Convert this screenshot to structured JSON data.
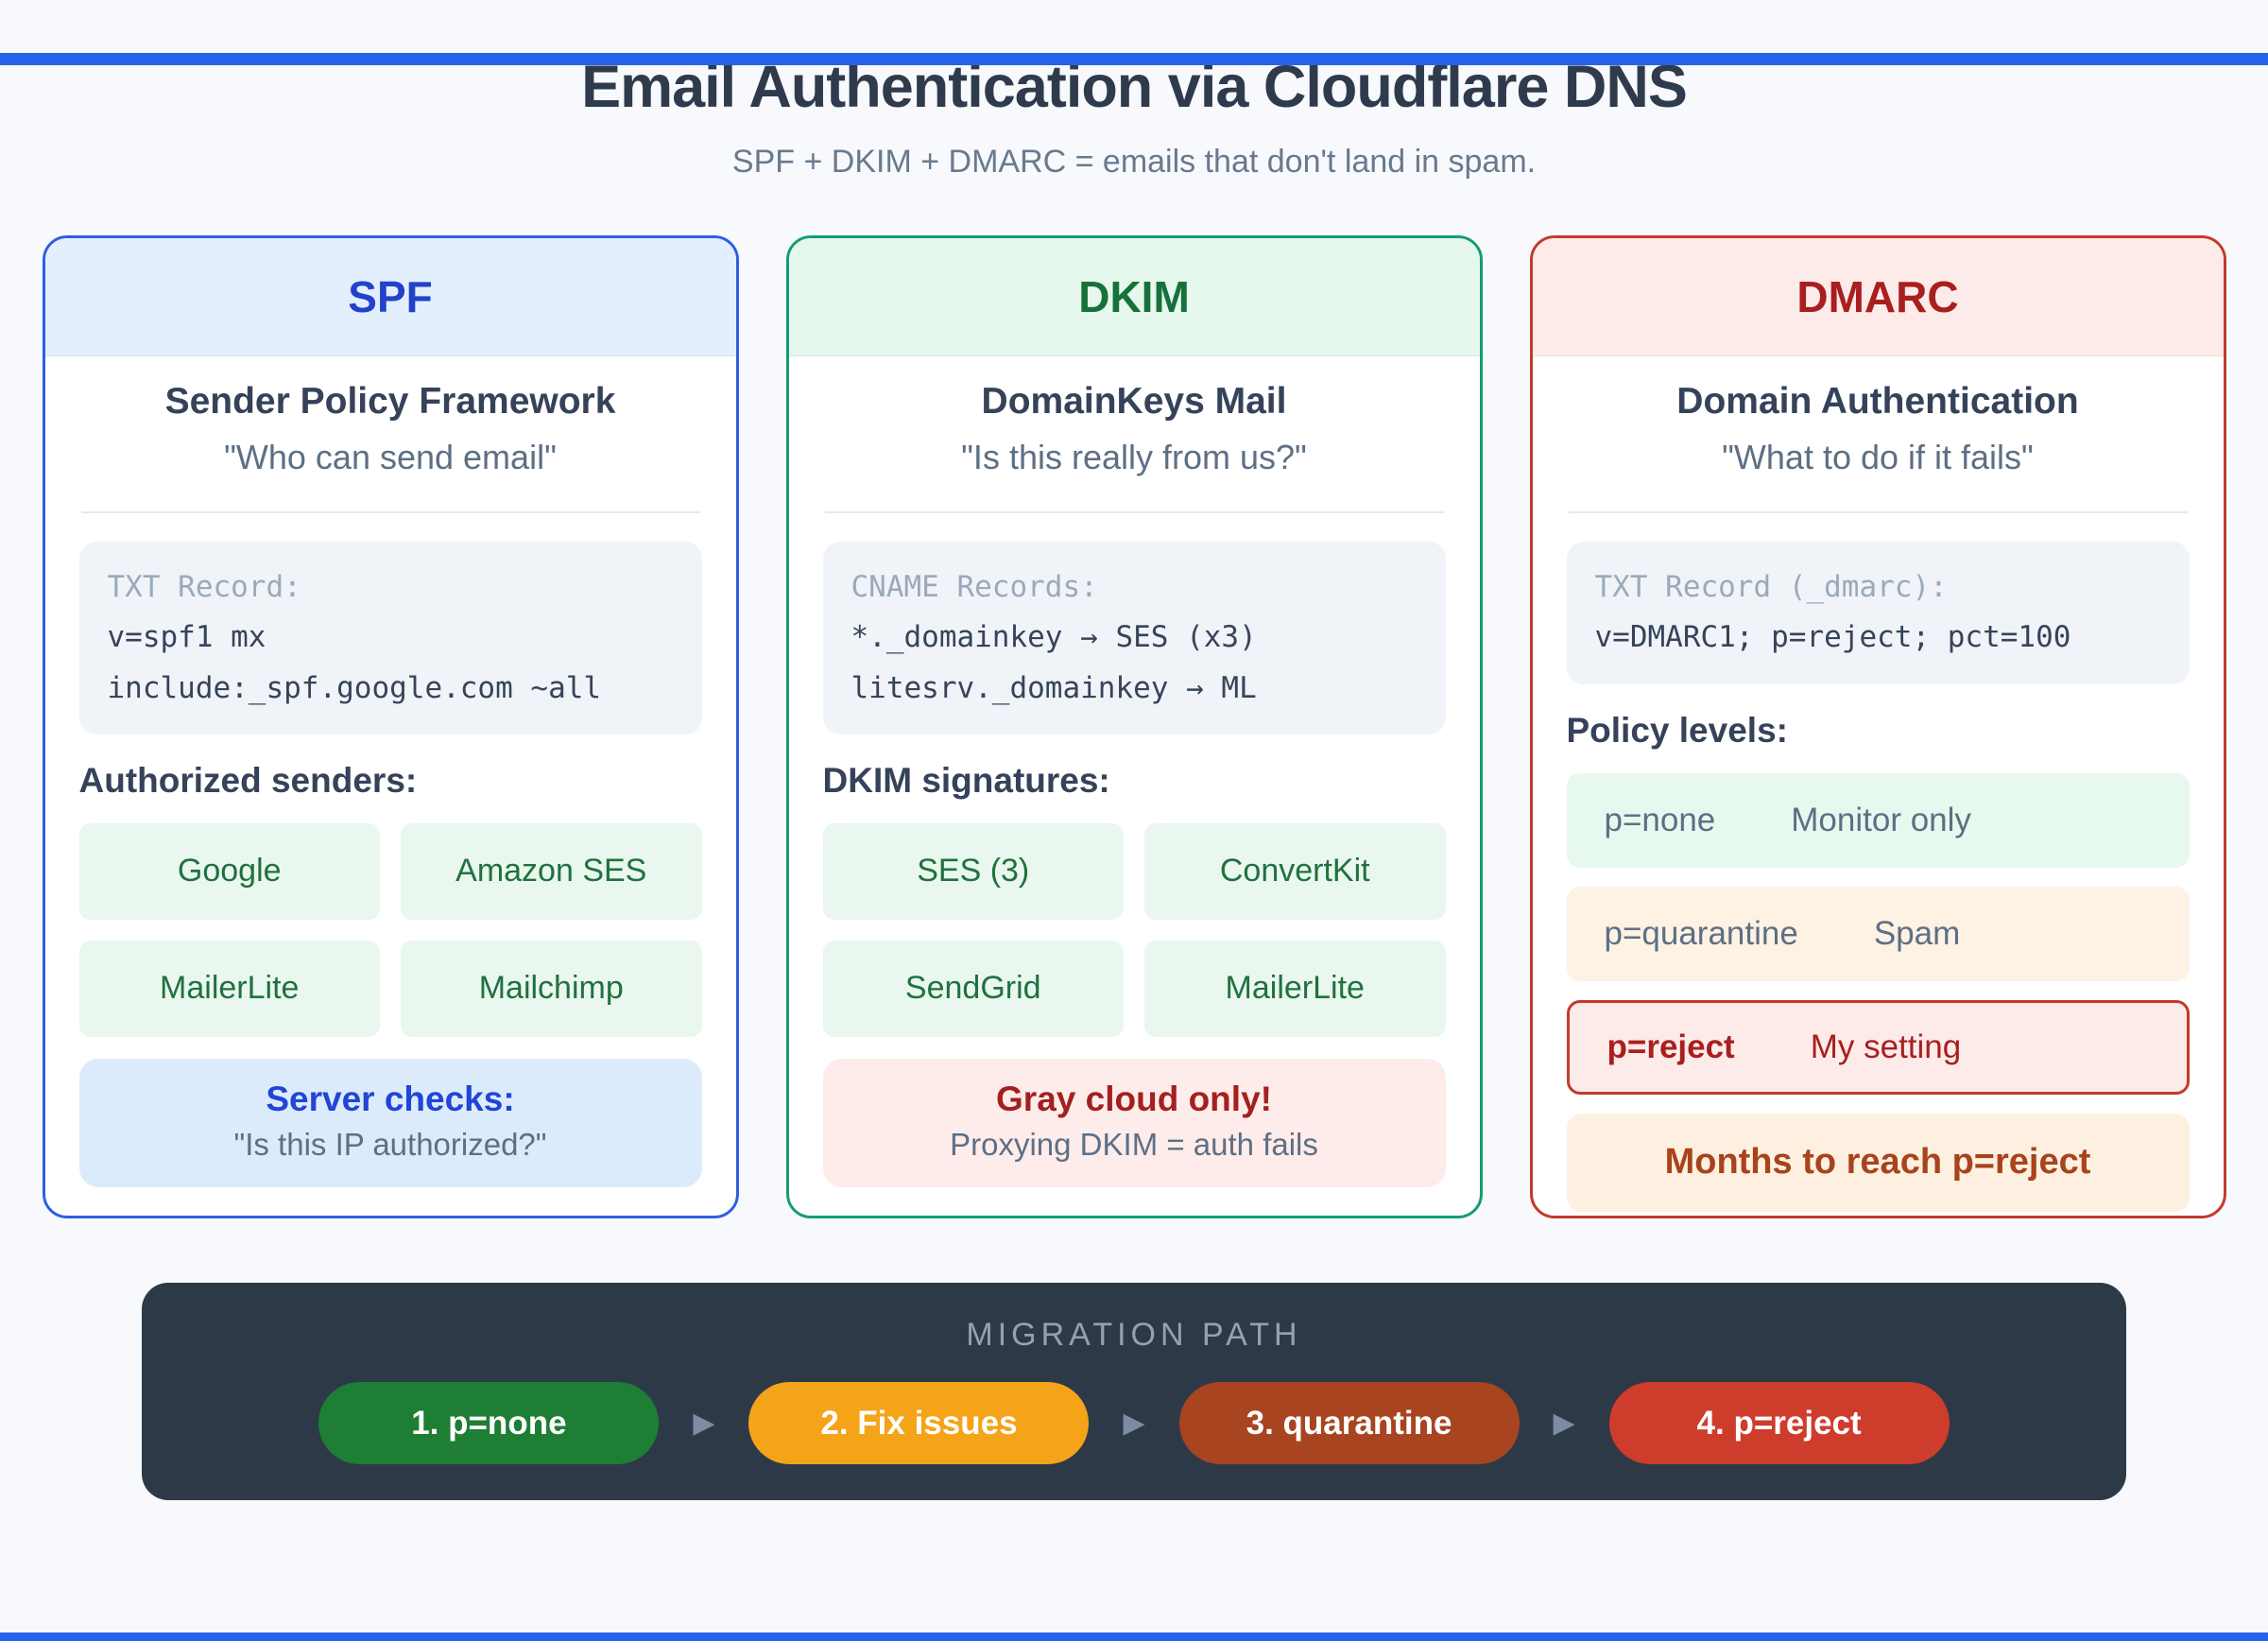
{
  "page": {
    "title": "Email Authentication via Cloudflare DNS",
    "subtitle": "SPF + DKIM + DMARC = emails that don't land in spam.",
    "accent_bar_color": "#2563eb",
    "background_color": "#f7f9fc"
  },
  "cards": [
    {
      "id": "spf",
      "title": "SPF",
      "full_name": "Sender Policy Framework",
      "tagline": "\"Who can send email\"",
      "record": {
        "label": "TXT Record:",
        "lines": [
          "v=spf1 mx",
          "include:_spf.google.com ~all"
        ]
      },
      "list_heading": "Authorized senders:",
      "chips": [
        "Google",
        "Amazon SES",
        "MailerLite",
        "Mailchimp"
      ],
      "note": {
        "title": "Server checks:",
        "subtitle": "\"Is this IP authorized?\""
      },
      "accent_color": "#2e5fe0"
    },
    {
      "id": "dkim",
      "title": "DKIM",
      "full_name": "DomainKeys Mail",
      "tagline": "\"Is this really from us?\"",
      "record": {
        "label": "CNAME Records:",
        "lines": [
          "*._domainkey → SES (x3)",
          "litesrv._domainkey → ML"
        ]
      },
      "list_heading": "DKIM signatures:",
      "chips": [
        "SES (3)",
        "ConvertKit",
        "SendGrid",
        "MailerLite"
      ],
      "note": {
        "title": "Gray cloud only!",
        "subtitle": "Proxying DKIM = auth fails"
      },
      "accent_color": "#169c72"
    },
    {
      "id": "dmarc",
      "title": "DMARC",
      "full_name": "Domain Authentication",
      "tagline": "\"What to do if it fails\"",
      "record": {
        "label": "TXT Record (_dmarc):",
        "lines": [
          "v=DMARC1; p=reject; pct=100"
        ]
      },
      "list_heading": "Policy levels:",
      "policies": [
        {
          "level": "p=none",
          "meaning": "Monitor only"
        },
        {
          "level": "p=quarantine",
          "meaning": "Spam"
        },
        {
          "level": "p=reject",
          "meaning": "My setting"
        }
      ],
      "note": {
        "title": "Months to reach p=reject"
      },
      "accent_color": "#c23a2b"
    }
  ],
  "migration": {
    "heading": "MIGRATION PATH",
    "steps": [
      {
        "label": "1. p=none",
        "color": "#1e7e34"
      },
      {
        "label": "2. Fix issues",
        "color": "#f5a318"
      },
      {
        "label": "3. quarantine",
        "color": "#a84420"
      },
      {
        "label": "4. p=reject",
        "color": "#ce3c2c"
      }
    ]
  }
}
